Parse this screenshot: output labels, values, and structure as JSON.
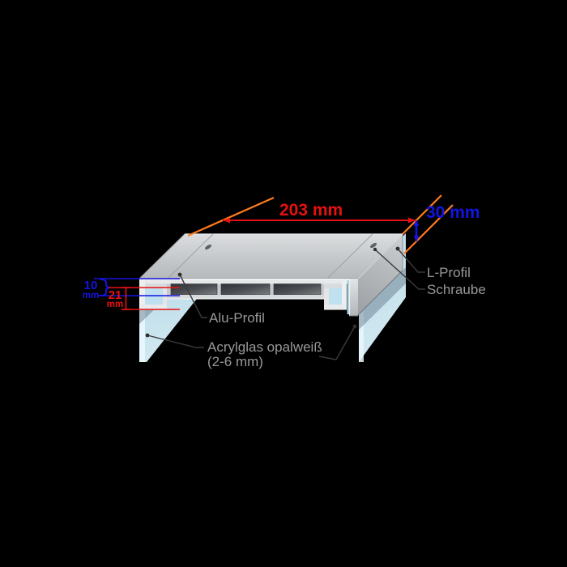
{
  "diagram": {
    "dim_width": "203 mm",
    "dim_side": "30 mm",
    "dim_top_value": "10",
    "dim_top_unit": "mm",
    "dim_height_value": "21",
    "dim_height_unit": "mm",
    "label_alu": "Alu-Profil",
    "label_acryl1": "Acrylglas opalweiß",
    "label_acryl2": "(2-6 mm)",
    "label_lprofil": "L-Profil",
    "label_schraube": "Schraube",
    "colors": {
      "background": "#000000",
      "dimension_red": "#e81010",
      "dimension_blue": "#1414e0",
      "extension_orange": "#ff7c1e",
      "label_gray": "#989898",
      "aluminum_light": "#d8dadc",
      "aluminum_mid": "#b9bcbf",
      "acrylic_blue": "#cfe9f4"
    }
  }
}
